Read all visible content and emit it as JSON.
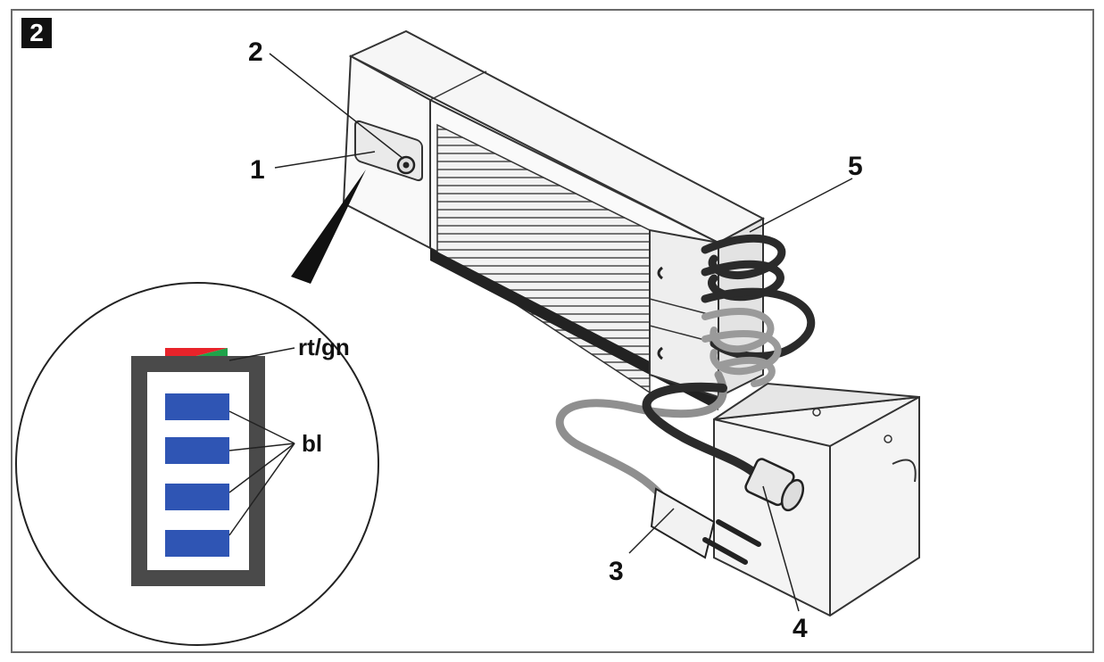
{
  "figure": {
    "number": "2"
  },
  "callouts": [
    {
      "id": "1",
      "text": "1"
    },
    {
      "id": "2",
      "text": "2"
    },
    {
      "id": "3",
      "text": "3"
    },
    {
      "id": "4",
      "text": "4"
    },
    {
      "id": "5",
      "text": "5"
    }
  ],
  "detail": {
    "status_led_label": "rt/gn",
    "charge_led_label": "bl",
    "charge_led_count": 4
  },
  "colors": {
    "frame": "#6a6a6a",
    "led_red": "#e8232a",
    "led_green": "#1fa34a",
    "led_blue": "#2f55b4",
    "battery_frame": "#4a4a4a",
    "cable_dark": "#2b2b2b",
    "cable_grey": "#9a9a9a"
  }
}
